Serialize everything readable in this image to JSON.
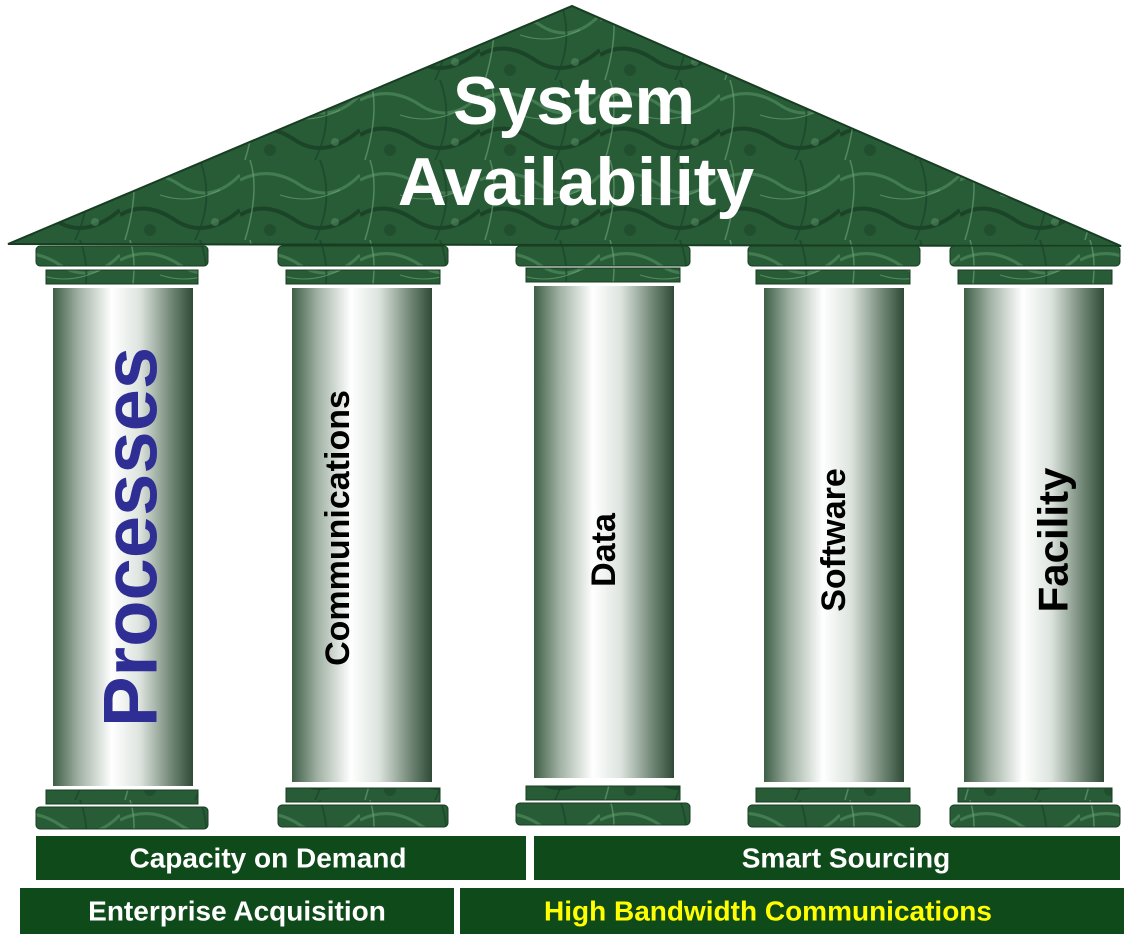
{
  "roof": {
    "line1": "System",
    "line2": "Availability"
  },
  "pillars": [
    {
      "label": "Processes"
    },
    {
      "label": "Communications"
    },
    {
      "label": "Data"
    },
    {
      "label": "Software"
    },
    {
      "label": "Facility"
    }
  ],
  "foundation": {
    "upper_left": "Capacity on Demand",
    "upper_right": "Smart Sourcing",
    "lower_left": "Enterprise Acquisition",
    "lower_right": "High Bandwidth Communications"
  },
  "colors": {
    "marble_dark": "#1c4a2a",
    "marble_mid": "#2f6b3e",
    "marble_light": "#5f9a6a",
    "base_fill": "#0f4a1a",
    "text_white": "#ffffff",
    "text_yellow": "#ffff00",
    "processes_text": "#2e2e94"
  }
}
